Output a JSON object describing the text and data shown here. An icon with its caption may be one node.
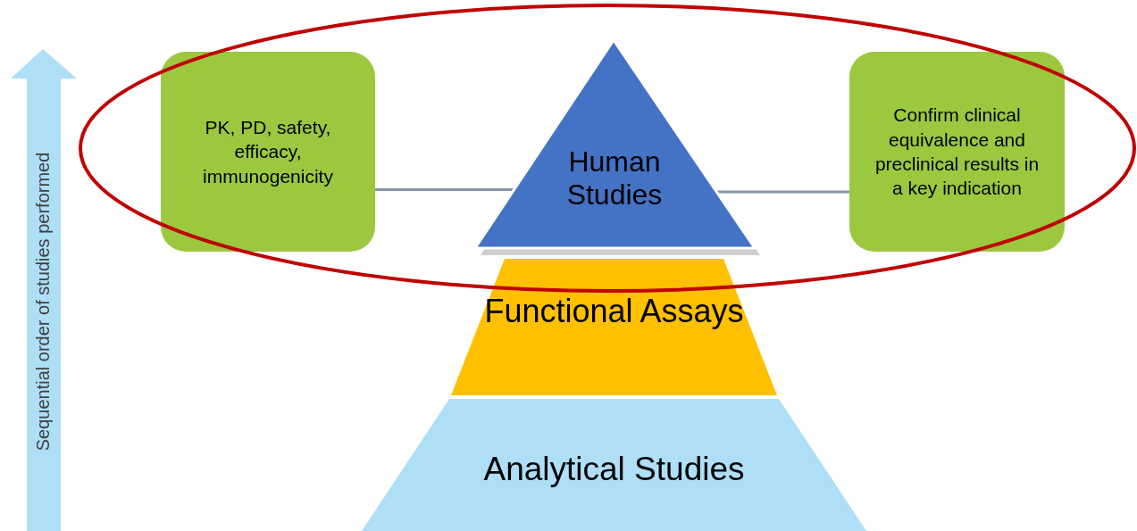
{
  "diagram": {
    "nodes": [
      {
        "text": [
          "PK, PD, safety, efficacy, immunogenicity"
        ]
      },
      {
        "text": [
          "Human Studies"
        ]
      },
      {
        "text": [
          "Confirm clinical equivalence and preclinical results in a key indication"
        ]
      },
      {
        "text": [
          "Functional Assays"
        ]
      },
      {
        "text": [
          "Analytical Studies"
        ]
      }
    ],
    "edges": [
      {
        "from": 0,
        "to": 1,
        "arrow": "none"
      },
      {
        "from": 1,
        "to": 2,
        "arrow": "none"
      }
    ],
    "labels": [
      "Sequential order of studies performed"
    ]
  }
}
